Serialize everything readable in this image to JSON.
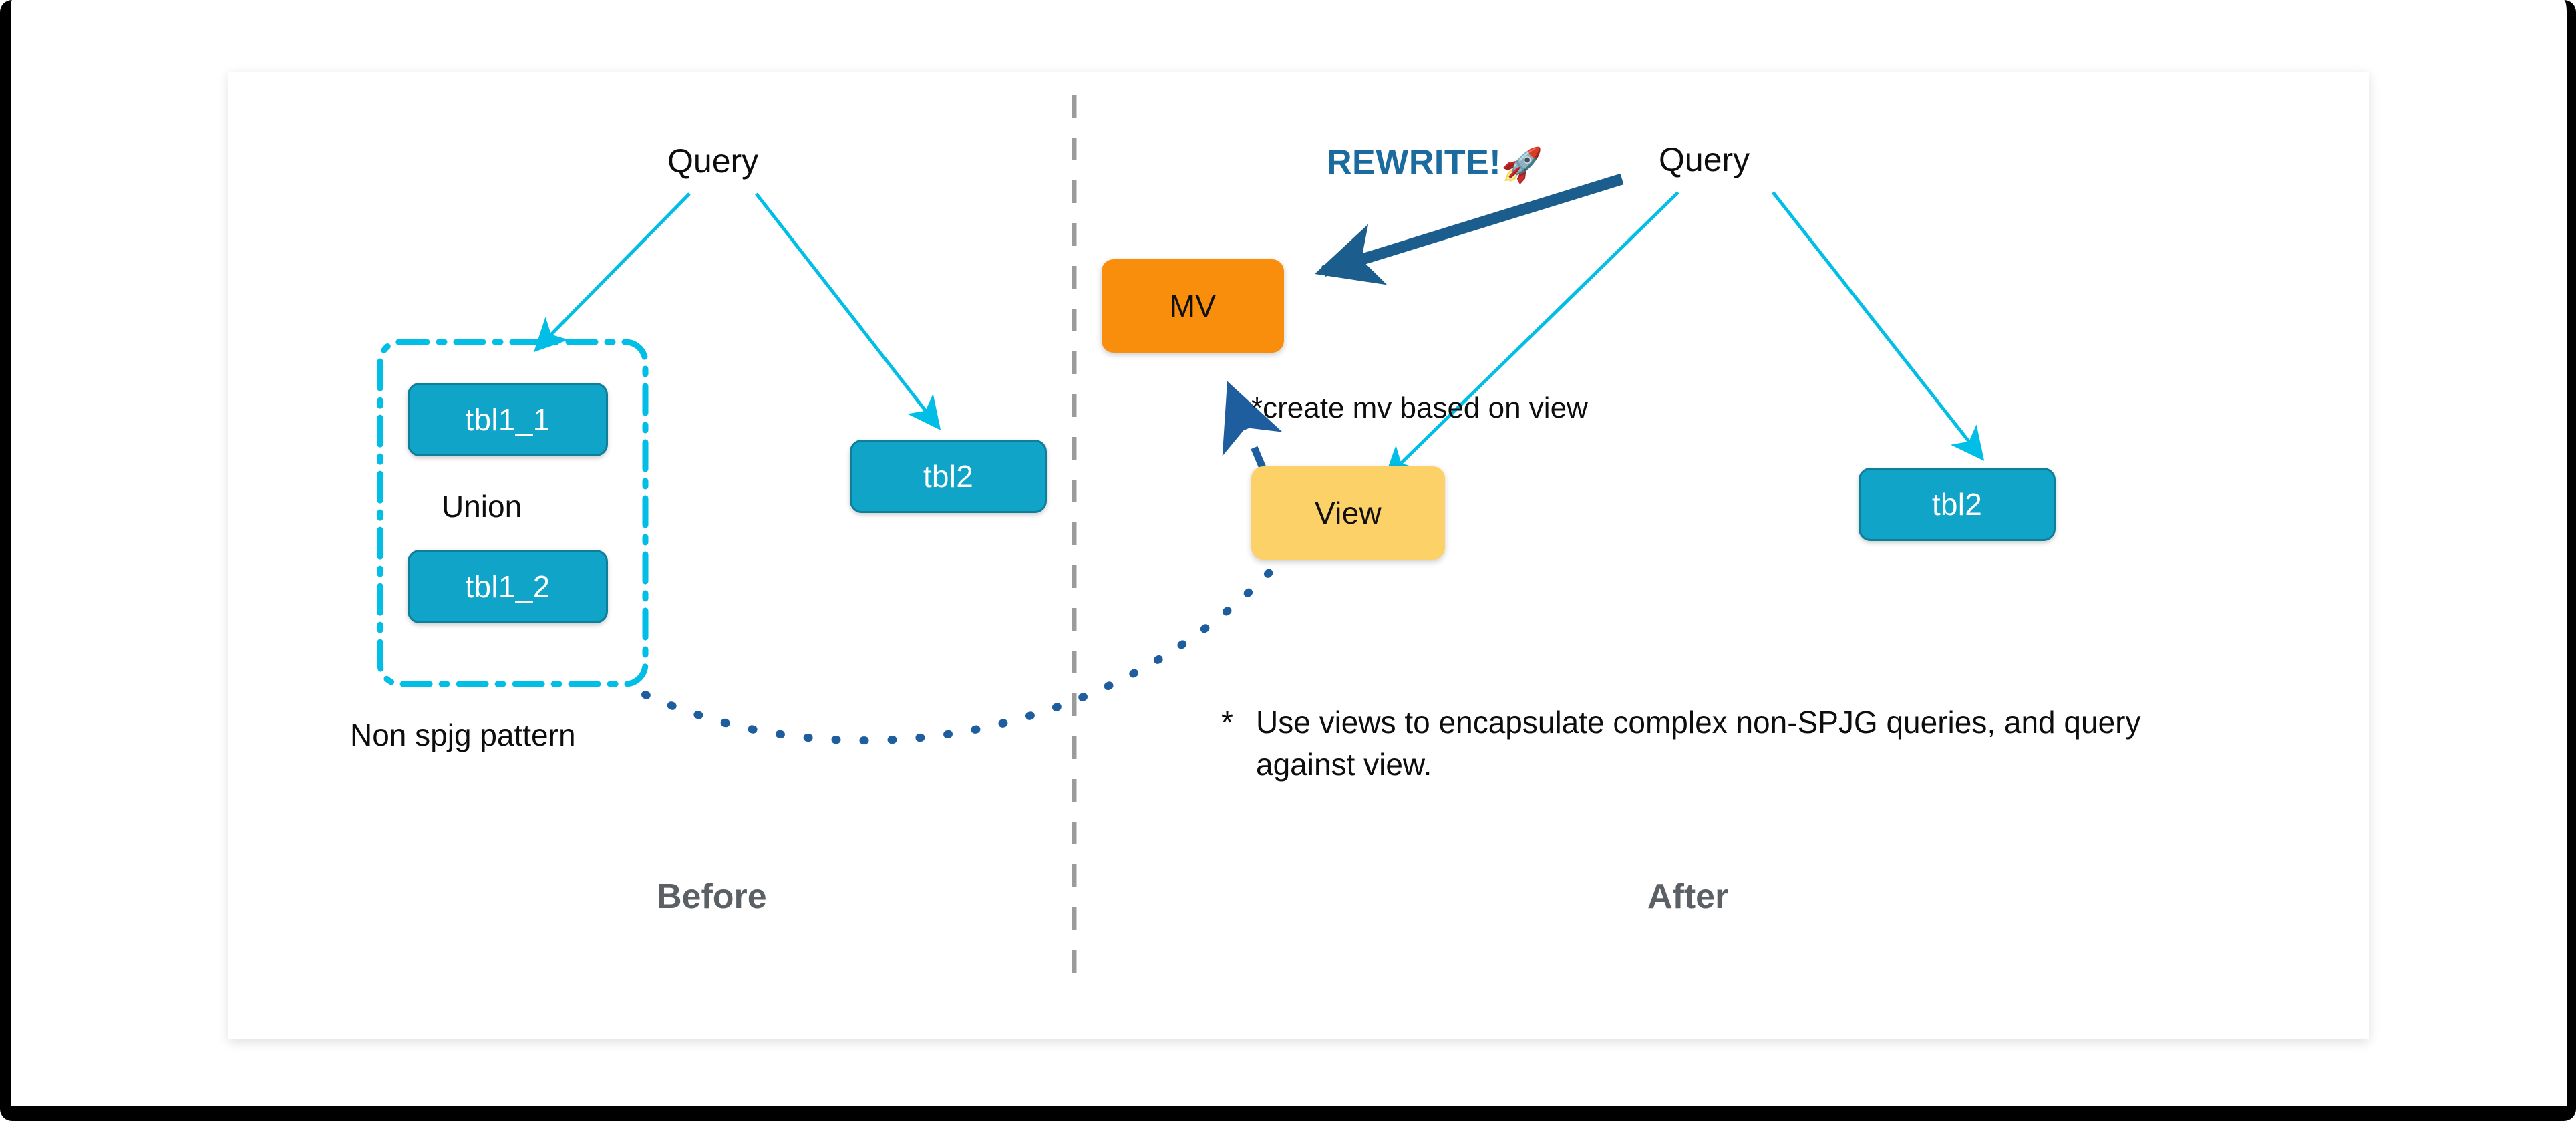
{
  "slide": {
    "divider": {
      "style": "dashed-vertical",
      "color": "#9b9b9b"
    },
    "sections": [
      {
        "id": "before",
        "title": "Before"
      },
      {
        "id": "after",
        "title": "After"
      }
    ]
  },
  "before": {
    "query_label": "Query",
    "group": {
      "border_color": "#00BEE6",
      "border_style": "dash-dot",
      "caption": "Non spjg pattern",
      "union_label": "Union",
      "tables": [
        {
          "id": "tbl1_1",
          "label": "tbl1_1",
          "color": "#10A4C8",
          "text_color": "#ffffff"
        },
        {
          "id": "tbl1_2",
          "label": "tbl1_2",
          "color": "#10A4C8",
          "text_color": "#ffffff"
        }
      ]
    },
    "tables": [
      {
        "id": "tbl2-before",
        "label": "tbl2",
        "color": "#10A4C8",
        "text_color": "#ffffff"
      }
    ]
  },
  "after": {
    "query_label": "Query",
    "rewrite_label": "REWRITE!",
    "rewrite_icon": "rocket-icon",
    "rewrite_emoji": "🚀",
    "rewrite_color": "#1B6B9E",
    "mv": {
      "id": "mv",
      "label": "MV",
      "color": "#F98E0D",
      "text_color": "#111111"
    },
    "view": {
      "id": "view",
      "label": "View",
      "color": "#FCD268",
      "text_color": "#111111"
    },
    "create_mv_note": "*create mv based on view",
    "tables": [
      {
        "id": "tbl2-after",
        "label": "tbl2",
        "color": "#10A4C8",
        "text_color": "#ffffff"
      }
    ],
    "footnote": {
      "marker": "*",
      "text": "Use views to encapsulate complex non-SPJG queries, and query against view."
    }
  },
  "connectors": [
    {
      "id": "query-to-group",
      "from": "Query",
      "to": "Non spjg group",
      "color": "#00BEE6",
      "style": "solid-arrow"
    },
    {
      "id": "query-to-tbl2",
      "from": "Query",
      "to": "tbl2",
      "color": "#00BEE6",
      "style": "solid-arrow"
    },
    {
      "id": "rewrite-to-mv",
      "from": "Query",
      "to": "MV",
      "color": "#1B5E8E",
      "style": "thick-solid-arrow"
    },
    {
      "id": "query-to-view",
      "from": "Query",
      "to": "View",
      "color": "#00BEE6",
      "style": "solid-arrow"
    },
    {
      "id": "query-to-tbl2-after",
      "from": "Query",
      "to": "tbl2",
      "color": "#00BEE6",
      "style": "solid-arrow"
    },
    {
      "id": "view-to-mv",
      "from": "View",
      "to": "MV",
      "color": "#1F5E9E",
      "style": "dashed-arrow"
    },
    {
      "id": "group-to-view",
      "from": "Non spjg group",
      "to": "View",
      "color": "#1F5E9E",
      "style": "dotted-curve"
    }
  ]
}
